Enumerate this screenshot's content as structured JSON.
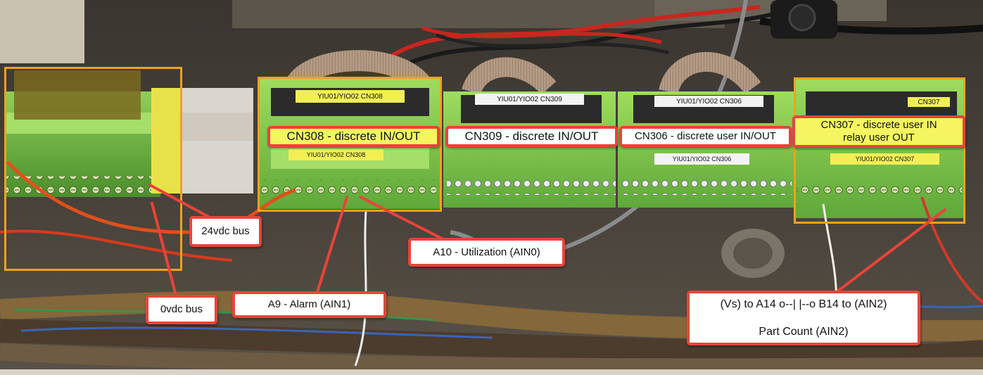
{
  "labels": {
    "bus_24v": "24vdc bus",
    "bus_0v": "0vdc bus",
    "a9": "A9 - Alarm (AIN1)",
    "a10": "A10 - Utilization (AIN0)",
    "cn308": "CN308 - discrete IN/OUT",
    "cn309": "CN309 - discrete IN/OUT",
    "cn306": "CN306 - discrete user IN/OUT",
    "cn307_line1": "CN307 - discrete user IN",
    "cn307_line2": "relay user OUT",
    "vs_line1": "(Vs) to A14 o--| |--o B14 to (AIN2)",
    "vs_line2": "Part Count (AIN2)"
  },
  "board_labels": {
    "cn308_top": "YIU01/YIO02    CN308",
    "cn308_bottom": "YIU01/YIO02    CN308",
    "cn309_top": "YIU01/YIO02    CN309",
    "cn306_top": "YIU01/YIO02    CN306",
    "cn306_bottom": "YIU01/YIO02    CN306",
    "cn307_top": "CN307",
    "cn307_bottom": "YIU01/YIO02    CN307"
  },
  "colors": {
    "callout_border": "#e8443a",
    "highlight_box": "#f0a21c",
    "yellow_fill": "#f4f560",
    "terminal_green": "#7fc64a"
  },
  "icons": [
    "wiring-photo"
  ]
}
